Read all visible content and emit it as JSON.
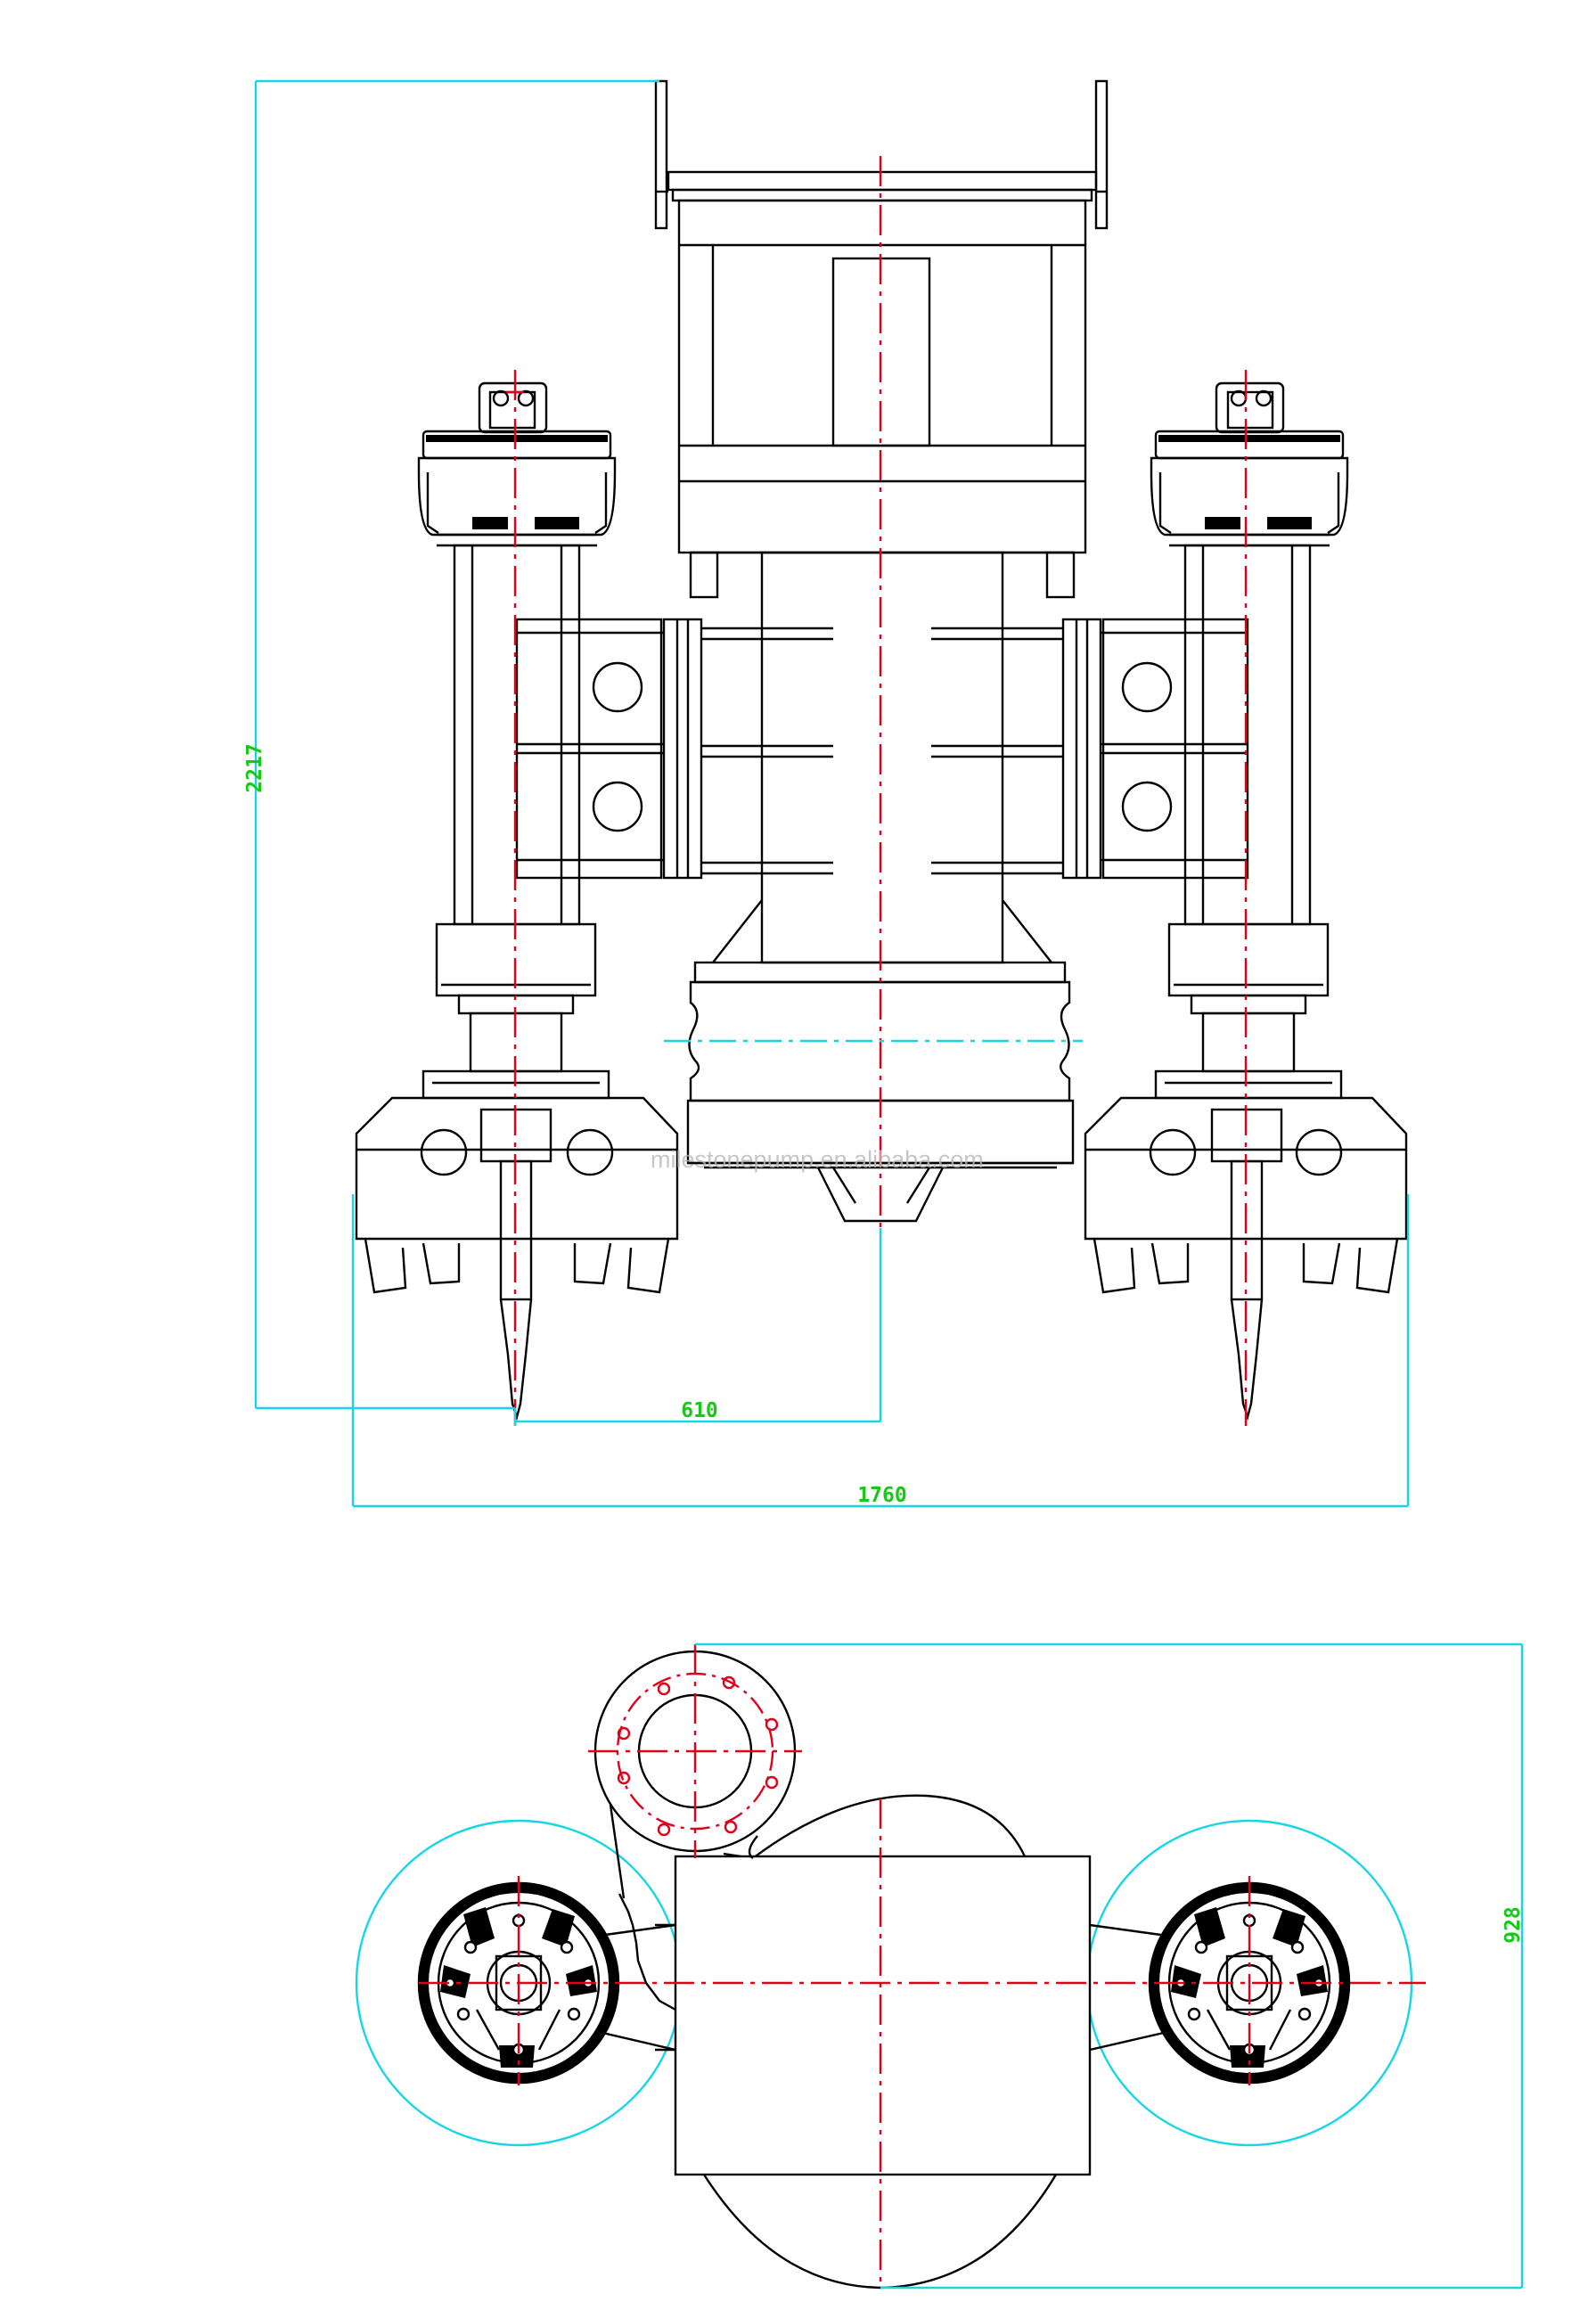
{
  "dimensions": {
    "overall_height": "2217",
    "center_offset": "610",
    "overall_width": "1760",
    "plan_depth": "928"
  },
  "watermark": "milestonepump.en.alibaba.com",
  "colors": {
    "outline": "#000000",
    "centerline": "#e0001a",
    "dimension_line": "#16d6e6",
    "dimension_text": "#17c917"
  }
}
